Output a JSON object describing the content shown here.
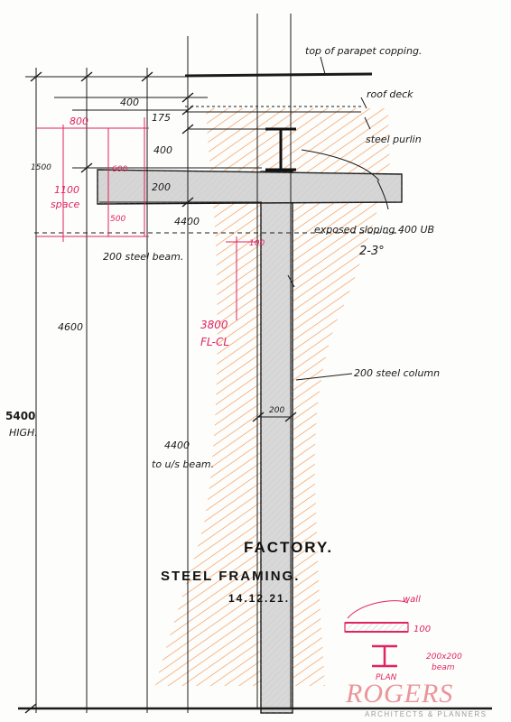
{
  "annotations": {
    "parapet": "top of parapet copping.",
    "roof_deck": "roof deck",
    "purlin": "steel purlin",
    "sloping_ub": "exposed sloping 400 UB",
    "slope": "2-3°",
    "beam": "200 steel beam.",
    "column": "200 steel column",
    "to_us_beam_1": "4400",
    "to_us_beam_2": "to u/s beam."
  },
  "dimensions": {
    "d400_top": "400",
    "d175": "175",
    "d400_mid": "400",
    "d200_beam": "200",
    "d4400": "4400",
    "d1500": "1500",
    "d4600": "4600",
    "d200_col": "200",
    "total_1": "5400",
    "total_2": "HIGH."
  },
  "pink_notes": {
    "d800": "800",
    "d600": "600",
    "d500": "500",
    "space_1": "1100",
    "space_2": "space",
    "d100": "100",
    "flcl_1": "3800",
    "flcl_2": "FL-CL"
  },
  "plan_detail": {
    "wall": "wall",
    "d100": "100",
    "label": "PLAN",
    "beam_1": "200x200",
    "beam_2": "beam"
  },
  "title_block": {
    "line1": "FACTORY.",
    "line2": "STEEL FRAMING.",
    "date": "14.12.21."
  },
  "logo": {
    "name": "ROGERS",
    "tagline": "ARCHITECTS & PLANNERS"
  },
  "colors": {
    "ink": "#1a1a1a",
    "pink": "#e0245e",
    "orange": "#f08a3c",
    "grey_fill": "#d8d8d8"
  }
}
